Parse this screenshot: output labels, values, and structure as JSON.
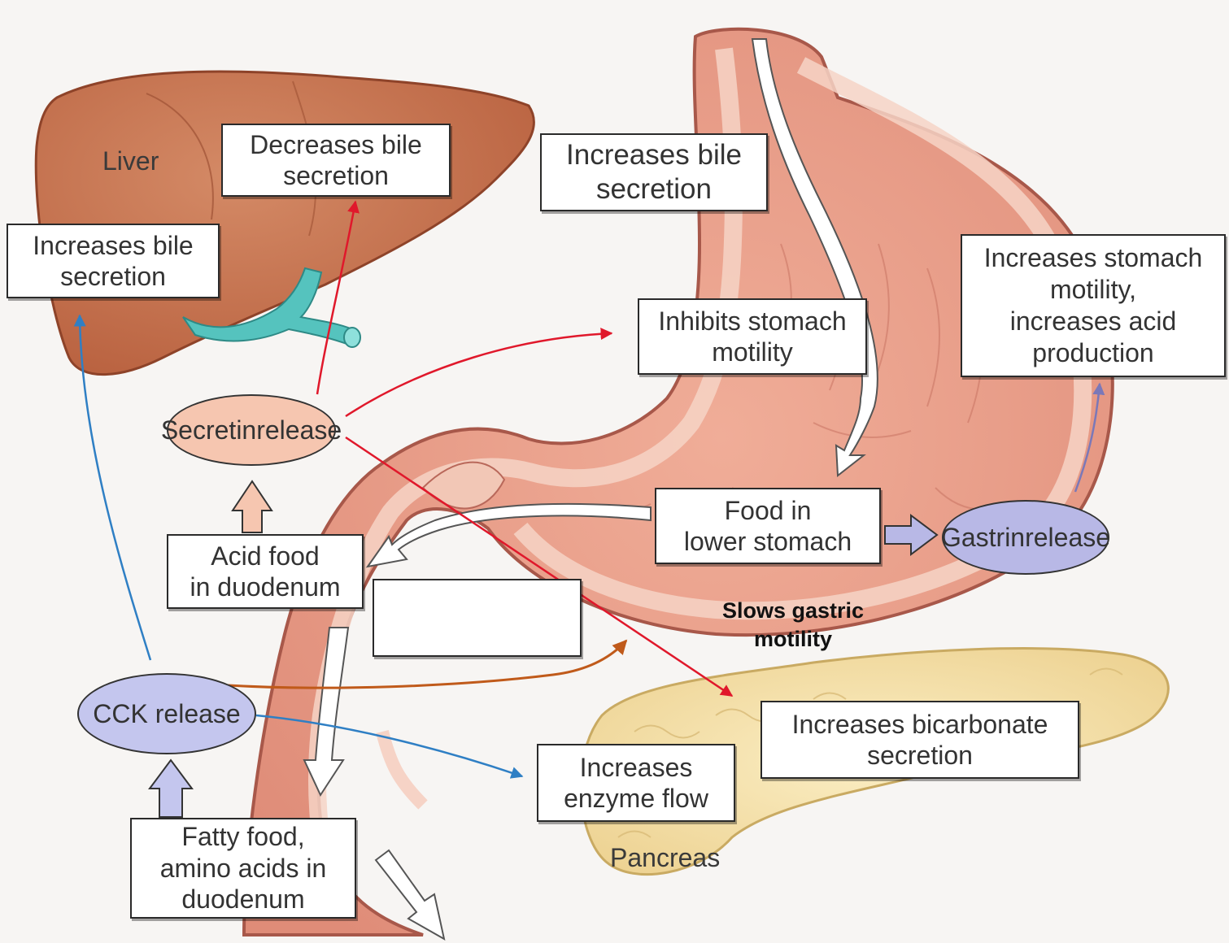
{
  "labels": {
    "liver": "Liver",
    "pancreas": "Pancreas",
    "slows_gastric_motility": "Slows gastric\nmotility"
  },
  "boxes": {
    "decreases_bile": [
      "Decreases bile",
      "secretion"
    ],
    "increases_bile_top": [
      "Increases bile",
      "secretion"
    ],
    "increases_bile_left": [
      "Increases bile",
      "secretion"
    ],
    "inhibits_stomach": [
      "Inhibits stomach",
      "motility"
    ],
    "increases_stomach": [
      "Increases stomach",
      "motility,",
      "increases acid",
      "production"
    ],
    "food_lower_stomach": [
      "Food in",
      "lower stomach"
    ],
    "acid_food": [
      "Acid food",
      "in duodenum"
    ],
    "fatty_food": [
      "Fatty food,",
      "amino acids in",
      "duodenum"
    ],
    "increases_enzyme": [
      "Increases",
      "enzyme flow"
    ],
    "increases_bicarbonate": [
      "Increases bicarbonate",
      "secretion"
    ]
  },
  "ovals": {
    "secretin": [
      "Secretin",
      "release"
    ],
    "gastrin": [
      "Gastrin",
      "release"
    ],
    "cck": "CCK release"
  },
  "blank_box": "",
  "colors": {
    "secretin_arrows": "#e0182b",
    "cck_arrows": "#2f7fc4",
    "cck_to_stomach_arrow": "#c05a1a",
    "gastrin_arrow": "#7b78b8",
    "secretin_oval_fill": "#f6c6b0",
    "cck_oval_fill": "#c4c6ee",
    "gastrin_oval_fill": "#b8b8e6",
    "liver": "#c7714f",
    "stomach": "#e59a86",
    "pancreas": "#f3dfa6",
    "bile_duct": "#55c3be"
  }
}
